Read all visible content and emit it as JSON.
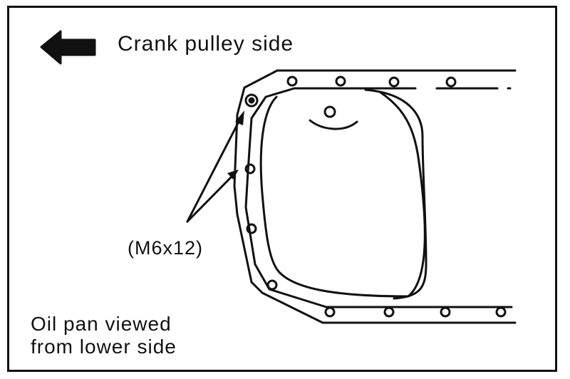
{
  "figure": {
    "direction_label": "Crank pulley side",
    "bolt_label": "(M6x12)",
    "caption_lines": [
      "Oil pan viewed",
      "from lower side"
    ],
    "stroke_color": "#111111",
    "direction_icon": "arrow-left-icon"
  }
}
